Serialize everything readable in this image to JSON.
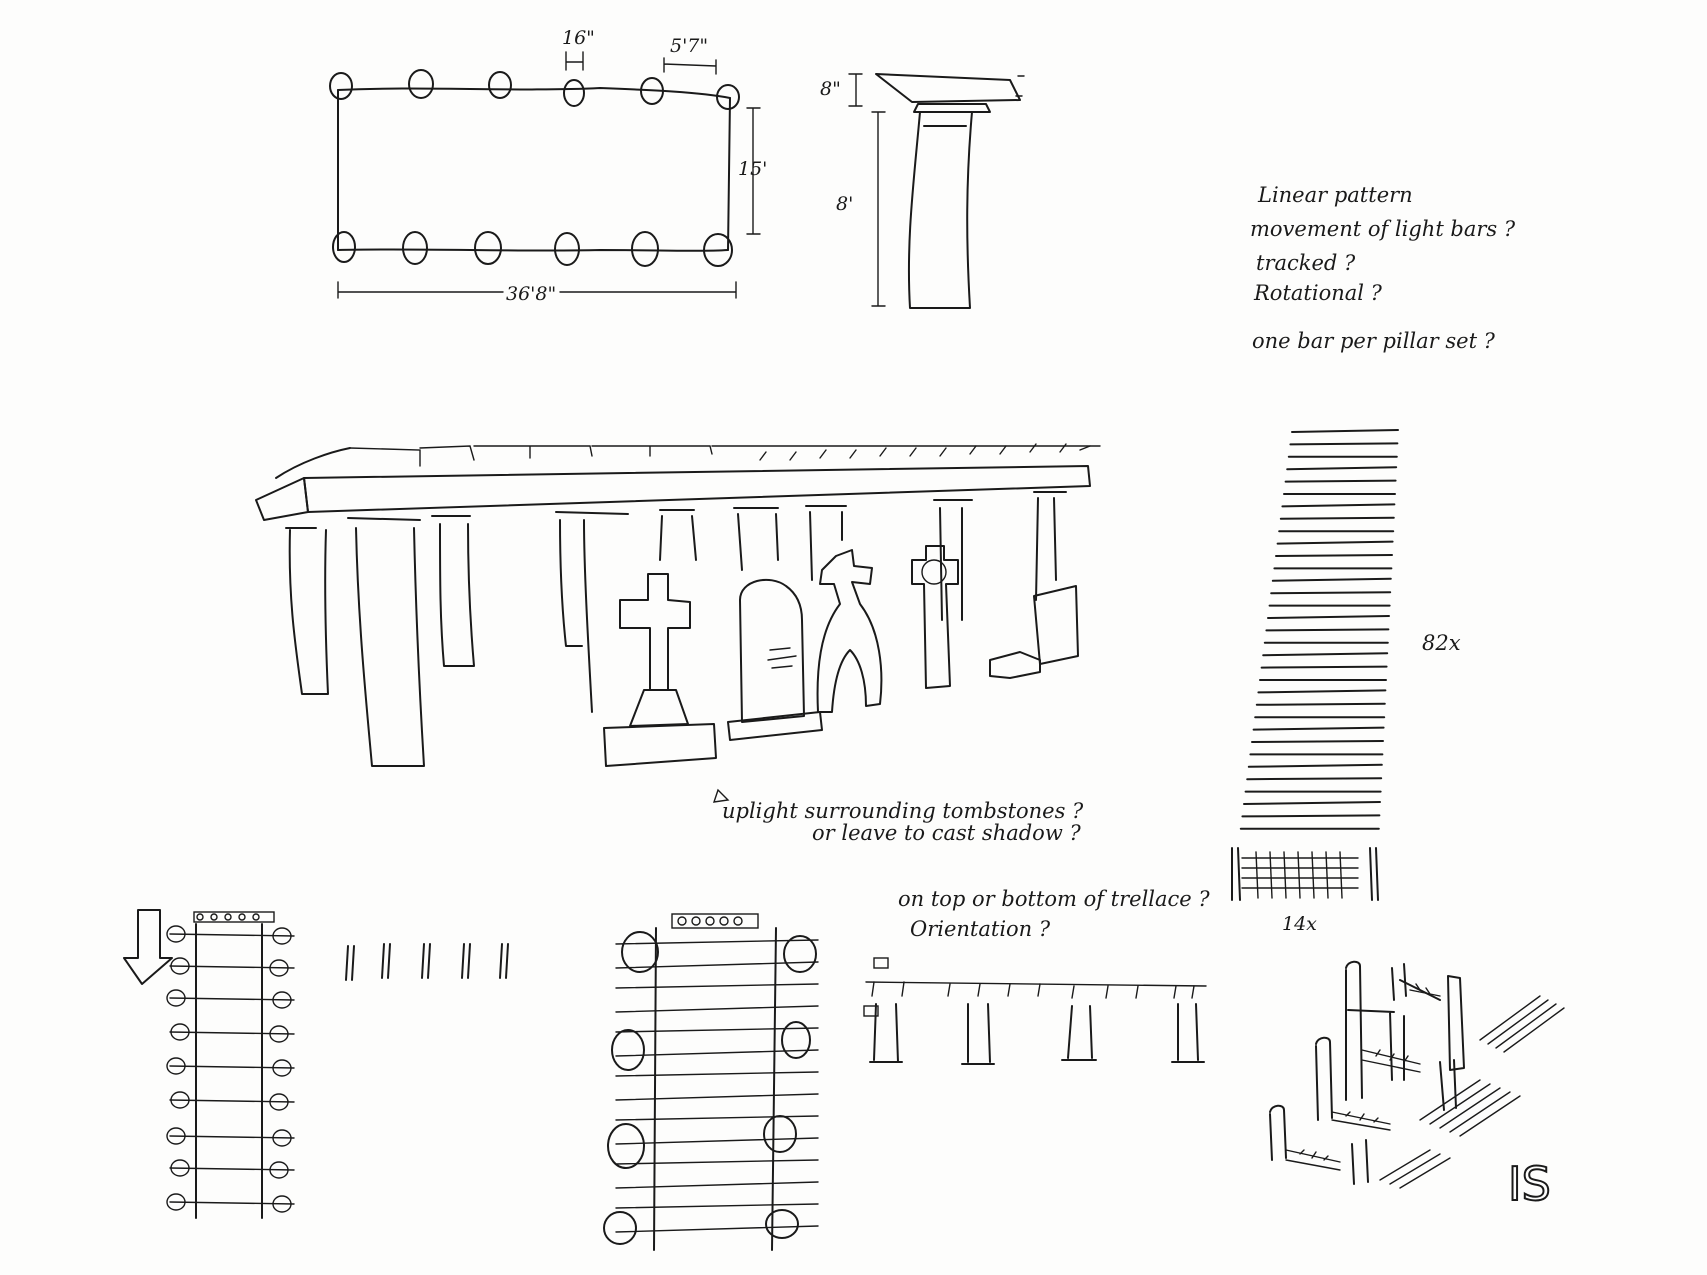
{
  "plan": {
    "column_spacing": "16\"",
    "bay_width": "5'7\"",
    "depth": "15'",
    "length": "36'8\""
  },
  "elevation": {
    "beam_height": "8\"",
    "column_height": "8'"
  },
  "notes": {
    "line1": "Linear pattern",
    "line2": "movement of light bars ?",
    "line3": "tracked ?",
    "line4": "Rotational ?",
    "line5": "one bar per pillar set ?"
  },
  "trellis_count": "82x",
  "grid_count": "14x",
  "uplight": {
    "line1": "uplight surrounding tombstones ?",
    "line2": "or leave to cast shadow ?"
  },
  "trellis_question": {
    "line1": "on top or bottom of trellace ?",
    "line2": "Orientation ?"
  },
  "signature": "IS"
}
